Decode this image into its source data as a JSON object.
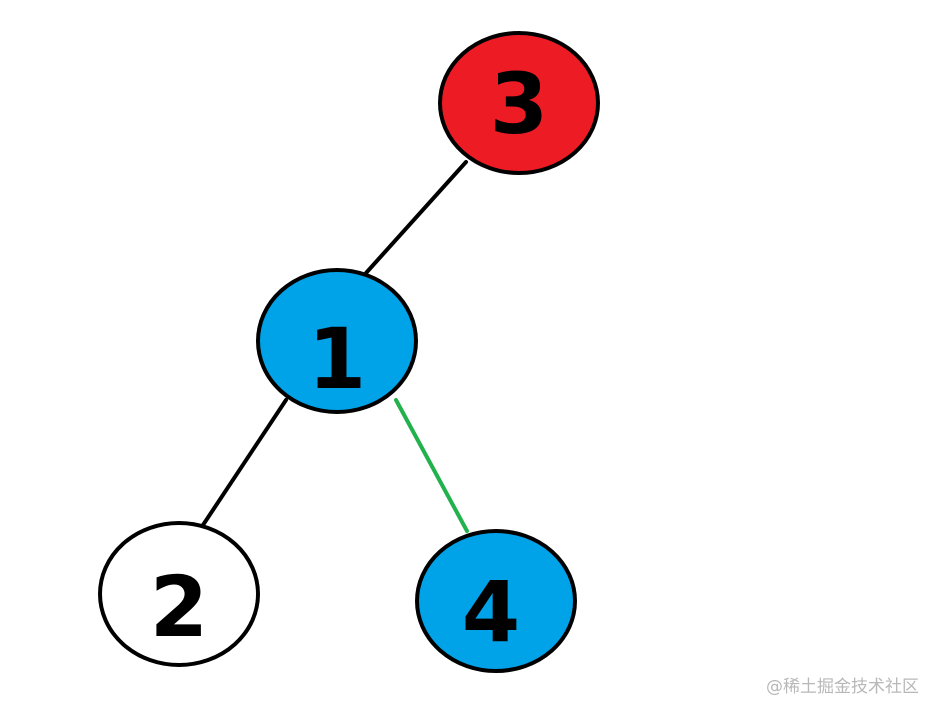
{
  "diagram": {
    "nodes": [
      {
        "id": "n3",
        "label": "3",
        "fill": "#ed1c24",
        "role": "root"
      },
      {
        "id": "n1",
        "label": "1",
        "fill": "#00a2e8",
        "role": "left-child"
      },
      {
        "id": "n2",
        "label": "2",
        "fill": "#ffffff",
        "role": "leaf"
      },
      {
        "id": "n4",
        "label": "4",
        "fill": "#00a2e8",
        "role": "leaf"
      }
    ],
    "edges": [
      {
        "from": "n3",
        "to": "n1",
        "color": "#000000"
      },
      {
        "from": "n1",
        "to": "n2",
        "color": "#000000"
      },
      {
        "from": "n1",
        "to": "n4",
        "color": "#22b14c"
      }
    ]
  },
  "watermark": {
    "text": "@稀土掘金技术社区"
  }
}
